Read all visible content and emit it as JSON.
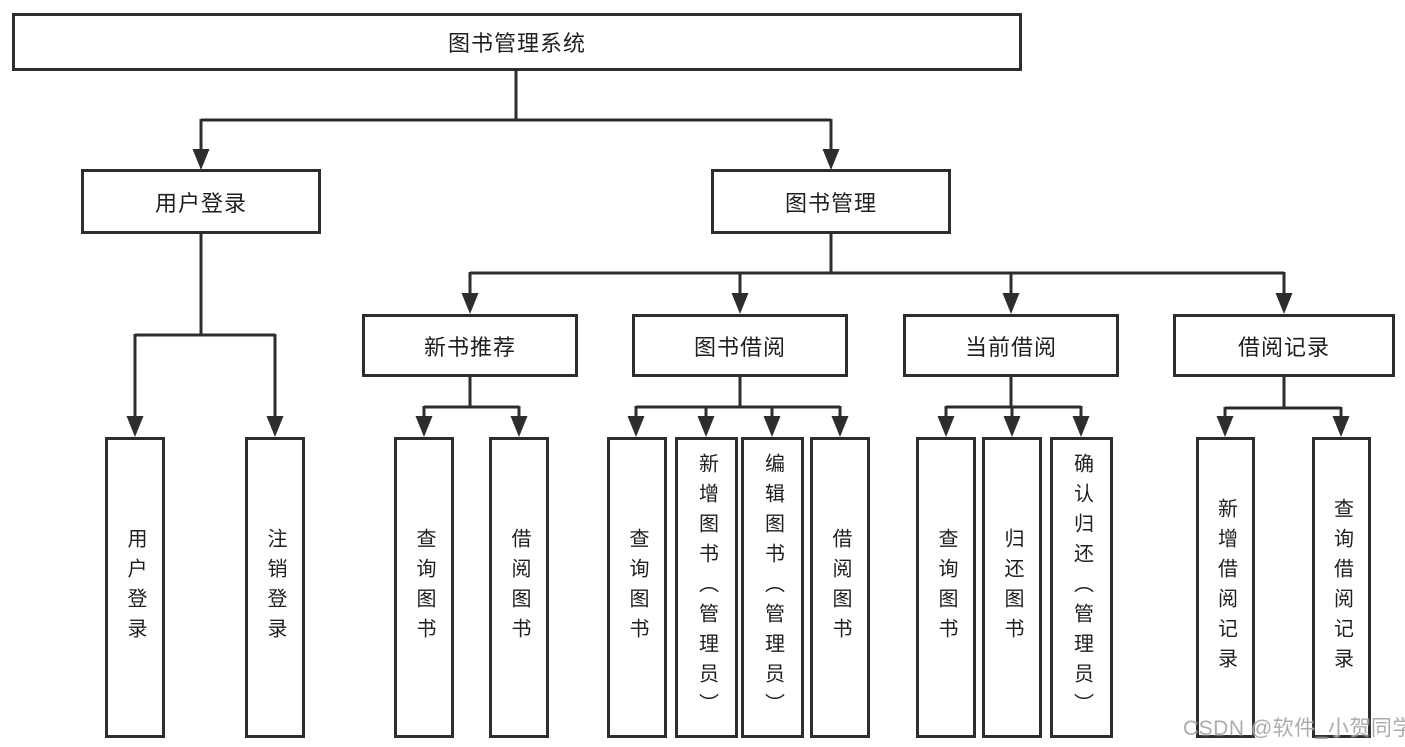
{
  "tree": {
    "label": "图书管理系统",
    "children": [
      {
        "label": "用户登录",
        "children": [
          {
            "label": "用户登录"
          },
          {
            "label": "注销登录"
          }
        ]
      },
      {
        "label": "图书管理",
        "children": [
          {
            "label": "新书推荐",
            "children": [
              {
                "label": "查询图书"
              },
              {
                "label": "借阅图书"
              }
            ]
          },
          {
            "label": "图书借阅",
            "children": [
              {
                "label": "查询图书"
              },
              {
                "label": "新增图书（管理员）"
              },
              {
                "label": "编辑图书（管理员）"
              },
              {
                "label": "借阅图书"
              }
            ]
          },
          {
            "label": "当前借阅",
            "children": [
              {
                "label": "查询图书"
              },
              {
                "label": "归还图书"
              },
              {
                "label": "确认归还（管理员）"
              }
            ]
          },
          {
            "label": "借阅记录",
            "children": [
              {
                "label": "新增借阅记录"
              },
              {
                "label": "查询借阅记录"
              }
            ]
          }
        ]
      }
    ]
  },
  "watermark": {
    "text": "CSDN @软件_小贺同学"
  },
  "colors": {
    "line": "#2d2d2d",
    "box_border": "#2d2d2d",
    "box_fill": "#ffffff",
    "text": "#1f1f1f",
    "watermark": "#9e9e9e",
    "background": "#ffffff"
  }
}
